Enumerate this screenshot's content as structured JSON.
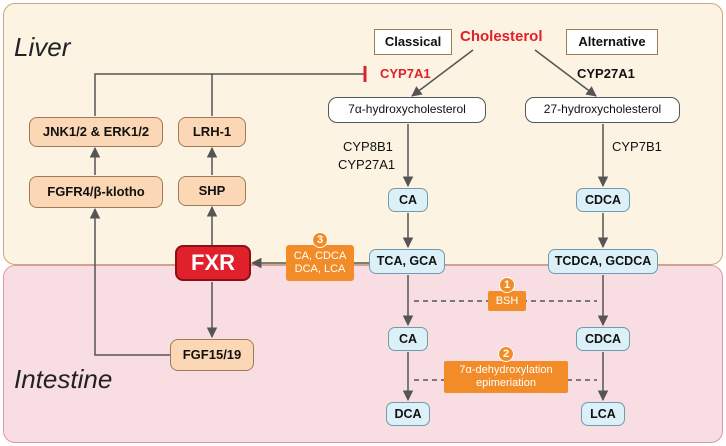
{
  "regions": {
    "liver": "Liver",
    "intestine": "Intestine"
  },
  "pathway": {
    "cholesterol": "Cholesterol",
    "classical": "Classical",
    "alternative": "Alternative",
    "cyp7a1": "CYP7A1",
    "cyp27a1_alt": "CYP27A1",
    "hydroxy7": "7α-hydroxycholesterol",
    "hydroxy27": "27-hydroxycholesterol",
    "cyp8b1": "CYP8B1",
    "cyp27a1": "CYP27A1",
    "cyp7b1": "CYP7B1",
    "ca_liver": "CA",
    "cdca_liver": "CDCA",
    "tca_gca": "TCA, GCA",
    "tcdca_gcdca": "TCDCA, GCDCA",
    "ca_int": "CA",
    "cdca_int": "CDCA",
    "dca": "DCA",
    "lca": "LCA"
  },
  "signaling": {
    "fxr": "FXR",
    "shp": "SHP",
    "lrh1": "LRH-1",
    "fgfr4": "FGFR4/β-klotho",
    "jnk": "JNK1/2 & ERK1/2",
    "fgf15": "FGF15/19"
  },
  "steps": [
    {
      "num": "1",
      "label": "BSH"
    },
    {
      "num": "2",
      "label": "7α-dehydroxylation epimeriation"
    },
    {
      "num": "3",
      "label": "CA, CDCA DCA, LCA"
    }
  ],
  "colors": {
    "liver_bg": "#fdf3e3",
    "intestine_bg": "#f8dde2",
    "fxr": "#e0202a",
    "badge": "#f28c28",
    "protein_box": "#fbd7b5",
    "bile_acid_box": "#dcf0f8"
  }
}
